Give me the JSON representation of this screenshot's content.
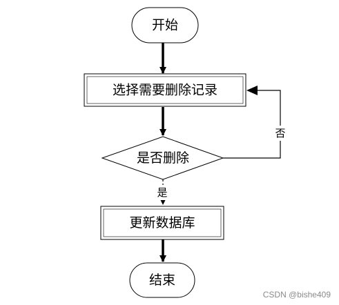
{
  "flowchart": {
    "nodes": {
      "start": {
        "label": "开始",
        "shape": "terminator"
      },
      "select": {
        "label": "选择需要删除记录",
        "shape": "process"
      },
      "decision": {
        "label": "是否删除",
        "shape": "decision"
      },
      "update": {
        "label": "更新数据库",
        "shape": "process"
      },
      "end": {
        "label": "结束",
        "shape": "terminator"
      }
    },
    "edges": [
      {
        "from": "start",
        "to": "select",
        "label": ""
      },
      {
        "from": "select",
        "to": "decision",
        "label": ""
      },
      {
        "from": "decision",
        "to": "update",
        "label": "是"
      },
      {
        "from": "decision",
        "to": "select",
        "label": "否"
      },
      {
        "from": "update",
        "to": "end",
        "label": ""
      }
    ]
  },
  "watermark": "CSDN @bishe409",
  "colors": {
    "stroke": "#000000",
    "fill": "#ffffff",
    "watermark": "#8a8a8a"
  }
}
